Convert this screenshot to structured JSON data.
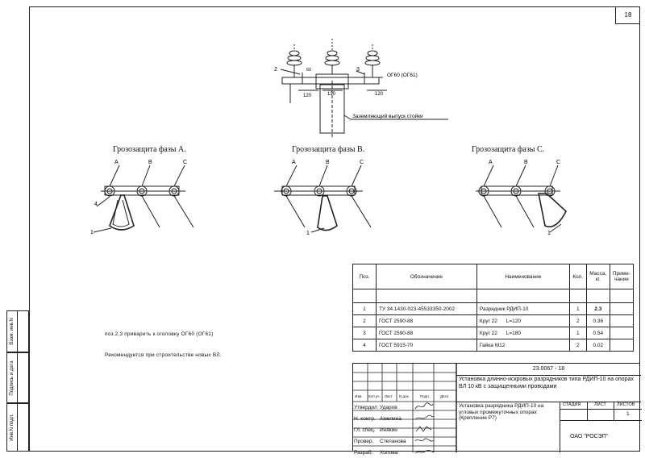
{
  "sheet_number": "18",
  "top_drawing": {
    "labels": {
      "pos2": "2",
      "pos3": "3",
      "dim_60": "60",
      "dim_120_left": "120",
      "dim_120_mid": "120",
      "dim_120_right": "120",
      "og_label": "ОГ60 (ОГ61)",
      "ground_label": "Заземляющий выпуск стойки"
    }
  },
  "phase_views": [
    {
      "title": "Грозозащита фазы А.",
      "wire_labels": [
        "A",
        "B",
        "C"
      ],
      "callouts": [
        "4",
        "1"
      ]
    },
    {
      "title": "Грозозащита фазы В.",
      "wire_labels": [
        "A",
        "B",
        "C"
      ],
      "callouts": [
        "1"
      ]
    },
    {
      "title": "Грозозащита фазы С.",
      "wire_labels": [
        "A",
        "B",
        "C"
      ],
      "callouts": [
        "1"
      ]
    }
  ],
  "notes": [
    "поз.2,3 приварить к оголовку ОГ60 (ОГ61)",
    "Рекомендуется при строительстве новых ВЛ."
  ],
  "spec_table": {
    "headers": [
      "Поз.",
      "Обозначение",
      "Наименование",
      "Кол.",
      "Масса, кг.",
      "Приме-чание"
    ],
    "rows": [
      {
        "pos": "1",
        "designation": "ТУ 34.1430-023-45533350-2002",
        "name": "Разрядник РДИП-10",
        "qty": "1",
        "mass": "2.3",
        "note": ""
      },
      {
        "pos": "2",
        "designation": "ГОСТ 2590-88",
        "name": "Круг 22      L=120",
        "qty": "2",
        "mass": "0.36",
        "note": ""
      },
      {
        "pos": "3",
        "designation": "ГОСТ 2590-88",
        "name": "Круг 22      L=180",
        "qty": "1",
        "mass": "0.54",
        "note": ""
      },
      {
        "pos": "4",
        "designation": "ГОСТ 5915-70",
        "name": "Гайка М12",
        "qty": "2",
        "mass": "0.02",
        "note": ""
      }
    ]
  },
  "title_block": {
    "doc_code": "23.0067 - 18",
    "project_title": "Установка длинно-искровых разрядников типа РДИП-10 на опорах ВЛ 10 кВ с защищенными проводами",
    "sheet_title": "Установка разрядника РДИП-10 на угловых промежуточных опорах (Крепление Р7)",
    "col_headers": [
      "Изм.",
      "Кол.уч.",
      "Лист",
      "N док.",
      "Подп.",
      "Дата"
    ],
    "stage_label": "СТАДИЯ",
    "sheet_label": "ЛИСТ",
    "sheets_label": "ЛИСТОВ",
    "sheets_value": "1",
    "company": "ОАО \"РОСЭП\"",
    "signatures": [
      {
        "role": "Утвердил",
        "name": "Ударов"
      },
      {
        "role": "Н. контр.",
        "name": "Амелина"
      },
      {
        "role": "Гл. спец.",
        "name": "Инякин"
      },
      {
        "role": "Провер.",
        "name": "Степанова"
      },
      {
        "role": "Разраб.",
        "name": "Холова"
      }
    ]
  },
  "side_labels": [
    "Взам. инв.N",
    "Подпись и дата",
    "Инв.N подл."
  ]
}
